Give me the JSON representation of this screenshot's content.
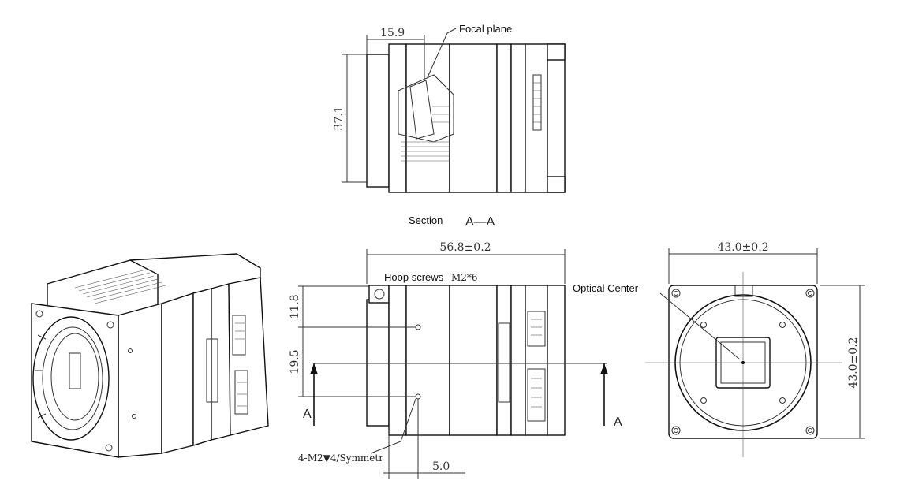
{
  "labels": {
    "focal_plane": "Focal plane",
    "section": "Section",
    "section_mark": "A—A",
    "hoop_screws": "Hoop screws",
    "hoop_screws_spec": "M2*6",
    "optical_center": "Optical Center",
    "hole_spec": "4-M2▼4/Symmetr",
    "section_arrow_left": "A",
    "section_arrow_right": "A"
  },
  "dimensions": {
    "flange_depth": "15.9",
    "section_height": "37.1",
    "body_length": "56.8±0.2",
    "front_width": "43.0±0.2",
    "front_height": "43.0±0.2",
    "screw_top_offset": "11.8",
    "screw_spacing": "19.5",
    "screw_edge_offset": "5.0"
  }
}
